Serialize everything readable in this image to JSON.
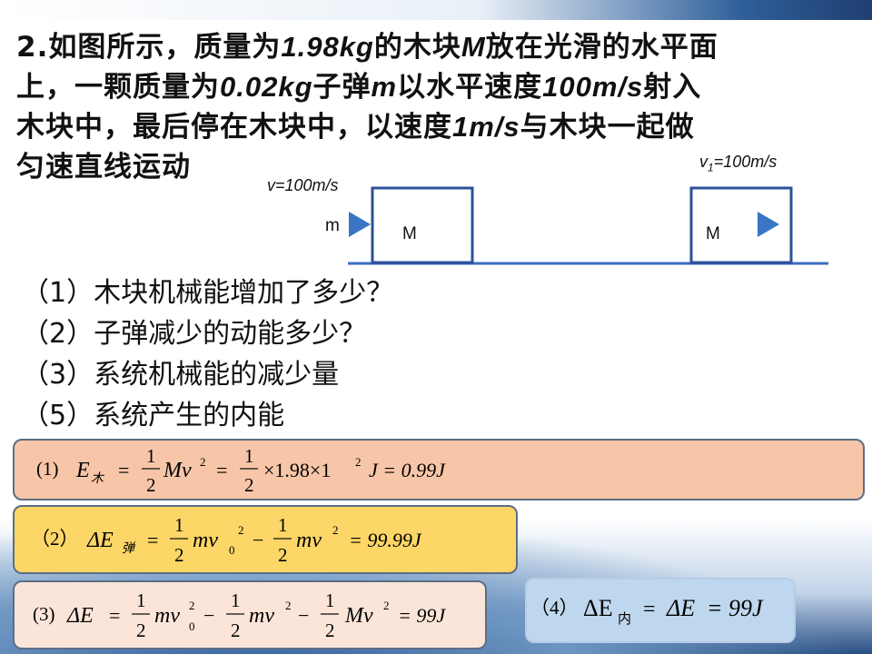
{
  "problem": {
    "p1": "2.",
    "p2": "如图所示，质量为",
    "p3": "1.98kg",
    "p4": "的木块",
    "p5": "M",
    "p6": "放在光滑的水平面",
    "l2a": "上，一颗质量为",
    "l2b": "0.02kg",
    "l2c": "子弹",
    "l2d": "m",
    "l2e": "以水平速度",
    "l2f": "100m/s",
    "l2g": "射入",
    "l3a": "木块中，最后停在木块中，以速度",
    "l3b": "1m/s",
    "l3c": "与木块一起做",
    "l4": "匀速直线运动"
  },
  "diagram": {
    "v_label": "v=100m/s",
    "v1_label_v": "v",
    "v1_label_sub": "1",
    "v1_label_rest": "=100m/s",
    "bullet_label": "m",
    "block_left_label": "M",
    "block_right_label": "M",
    "colors": {
      "block": "#2e4f9a",
      "arrow": "#3a76c4",
      "ground": "#3a6dc0"
    }
  },
  "questions": [
    "（1）木块机械能增加了多少？",
    "（2）子弹减少的动能多少？",
    "（3）系统机械能的减少量",
    "（5）系统产生的内能"
  ],
  "answers": {
    "a1": {
      "tag": "(1)",
      "E": "E",
      "sub": "木",
      "eq": "=",
      "one": "1",
      "two": "2",
      "Mv": "Mv",
      "sq": "2",
      "times1": "×1.98×1",
      "tail": "J = 0.99J"
    },
    "a2": {
      "tag": "（2）",
      "dE": "ΔE",
      "sub": "弹",
      "eq": "=",
      "one": "1",
      "two": "2",
      "mv": "mv",
      "zero": "0",
      "sq": "2",
      "minus": "−",
      "result": "= 99.99J"
    },
    "a3": {
      "tag": "(3)",
      "dE": "ΔE",
      "eq": "=",
      "one": "1",
      "two": "2",
      "mv": "mv",
      "zero": "0",
      "sq": "2",
      "minus": "−",
      "Mv": "Mv",
      "result": "= 99J"
    },
    "a4": {
      "tag": "（4）",
      "dE": "ΔE",
      "sub": "内",
      "eq": "=",
      "dE2": "ΔE",
      "result": "= 99J"
    }
  }
}
